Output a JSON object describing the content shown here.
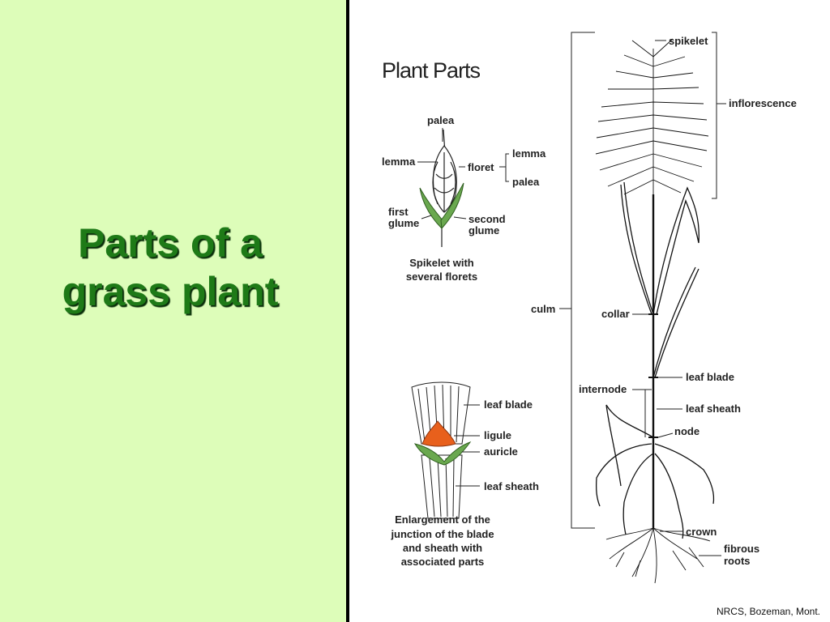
{
  "slide": {
    "title_line1": "Parts of a",
    "title_line2": "grass plant",
    "credit": "NRCS, Bozeman, Mont."
  },
  "diagram": {
    "heading": "Plant Parts",
    "spikelet": {
      "palea_top": "palea",
      "lemma_left": "lemma",
      "floret": "floret",
      "lemma_right": "lemma",
      "palea_right": "palea",
      "first_glume_1": "first",
      "first_glume_2": "glume",
      "second_glume_1": "second",
      "second_glume_2": "glume",
      "caption_1": "Spikelet with",
      "caption_2": "several florets"
    },
    "junction": {
      "leaf_blade": "leaf blade",
      "ligule": "ligule",
      "auricle": "auricle",
      "leaf_sheath": "leaf sheath",
      "caption_1": "Enlargement of the",
      "caption_2": "junction of the blade",
      "caption_3": "and sheath with",
      "caption_4": "associated parts",
      "ligule_color": "#e8601c",
      "auricle_color": "#6aa84f"
    },
    "plant": {
      "spikelet": "spikelet",
      "inflorescence": "inflorescence",
      "culm": "culm",
      "collar": "collar",
      "leaf_blade": "leaf blade",
      "internode": "internode",
      "leaf_sheath": "leaf sheath",
      "node": "node",
      "crown": "crown",
      "fibrous_1": "fibrous",
      "fibrous_2": "roots"
    }
  }
}
